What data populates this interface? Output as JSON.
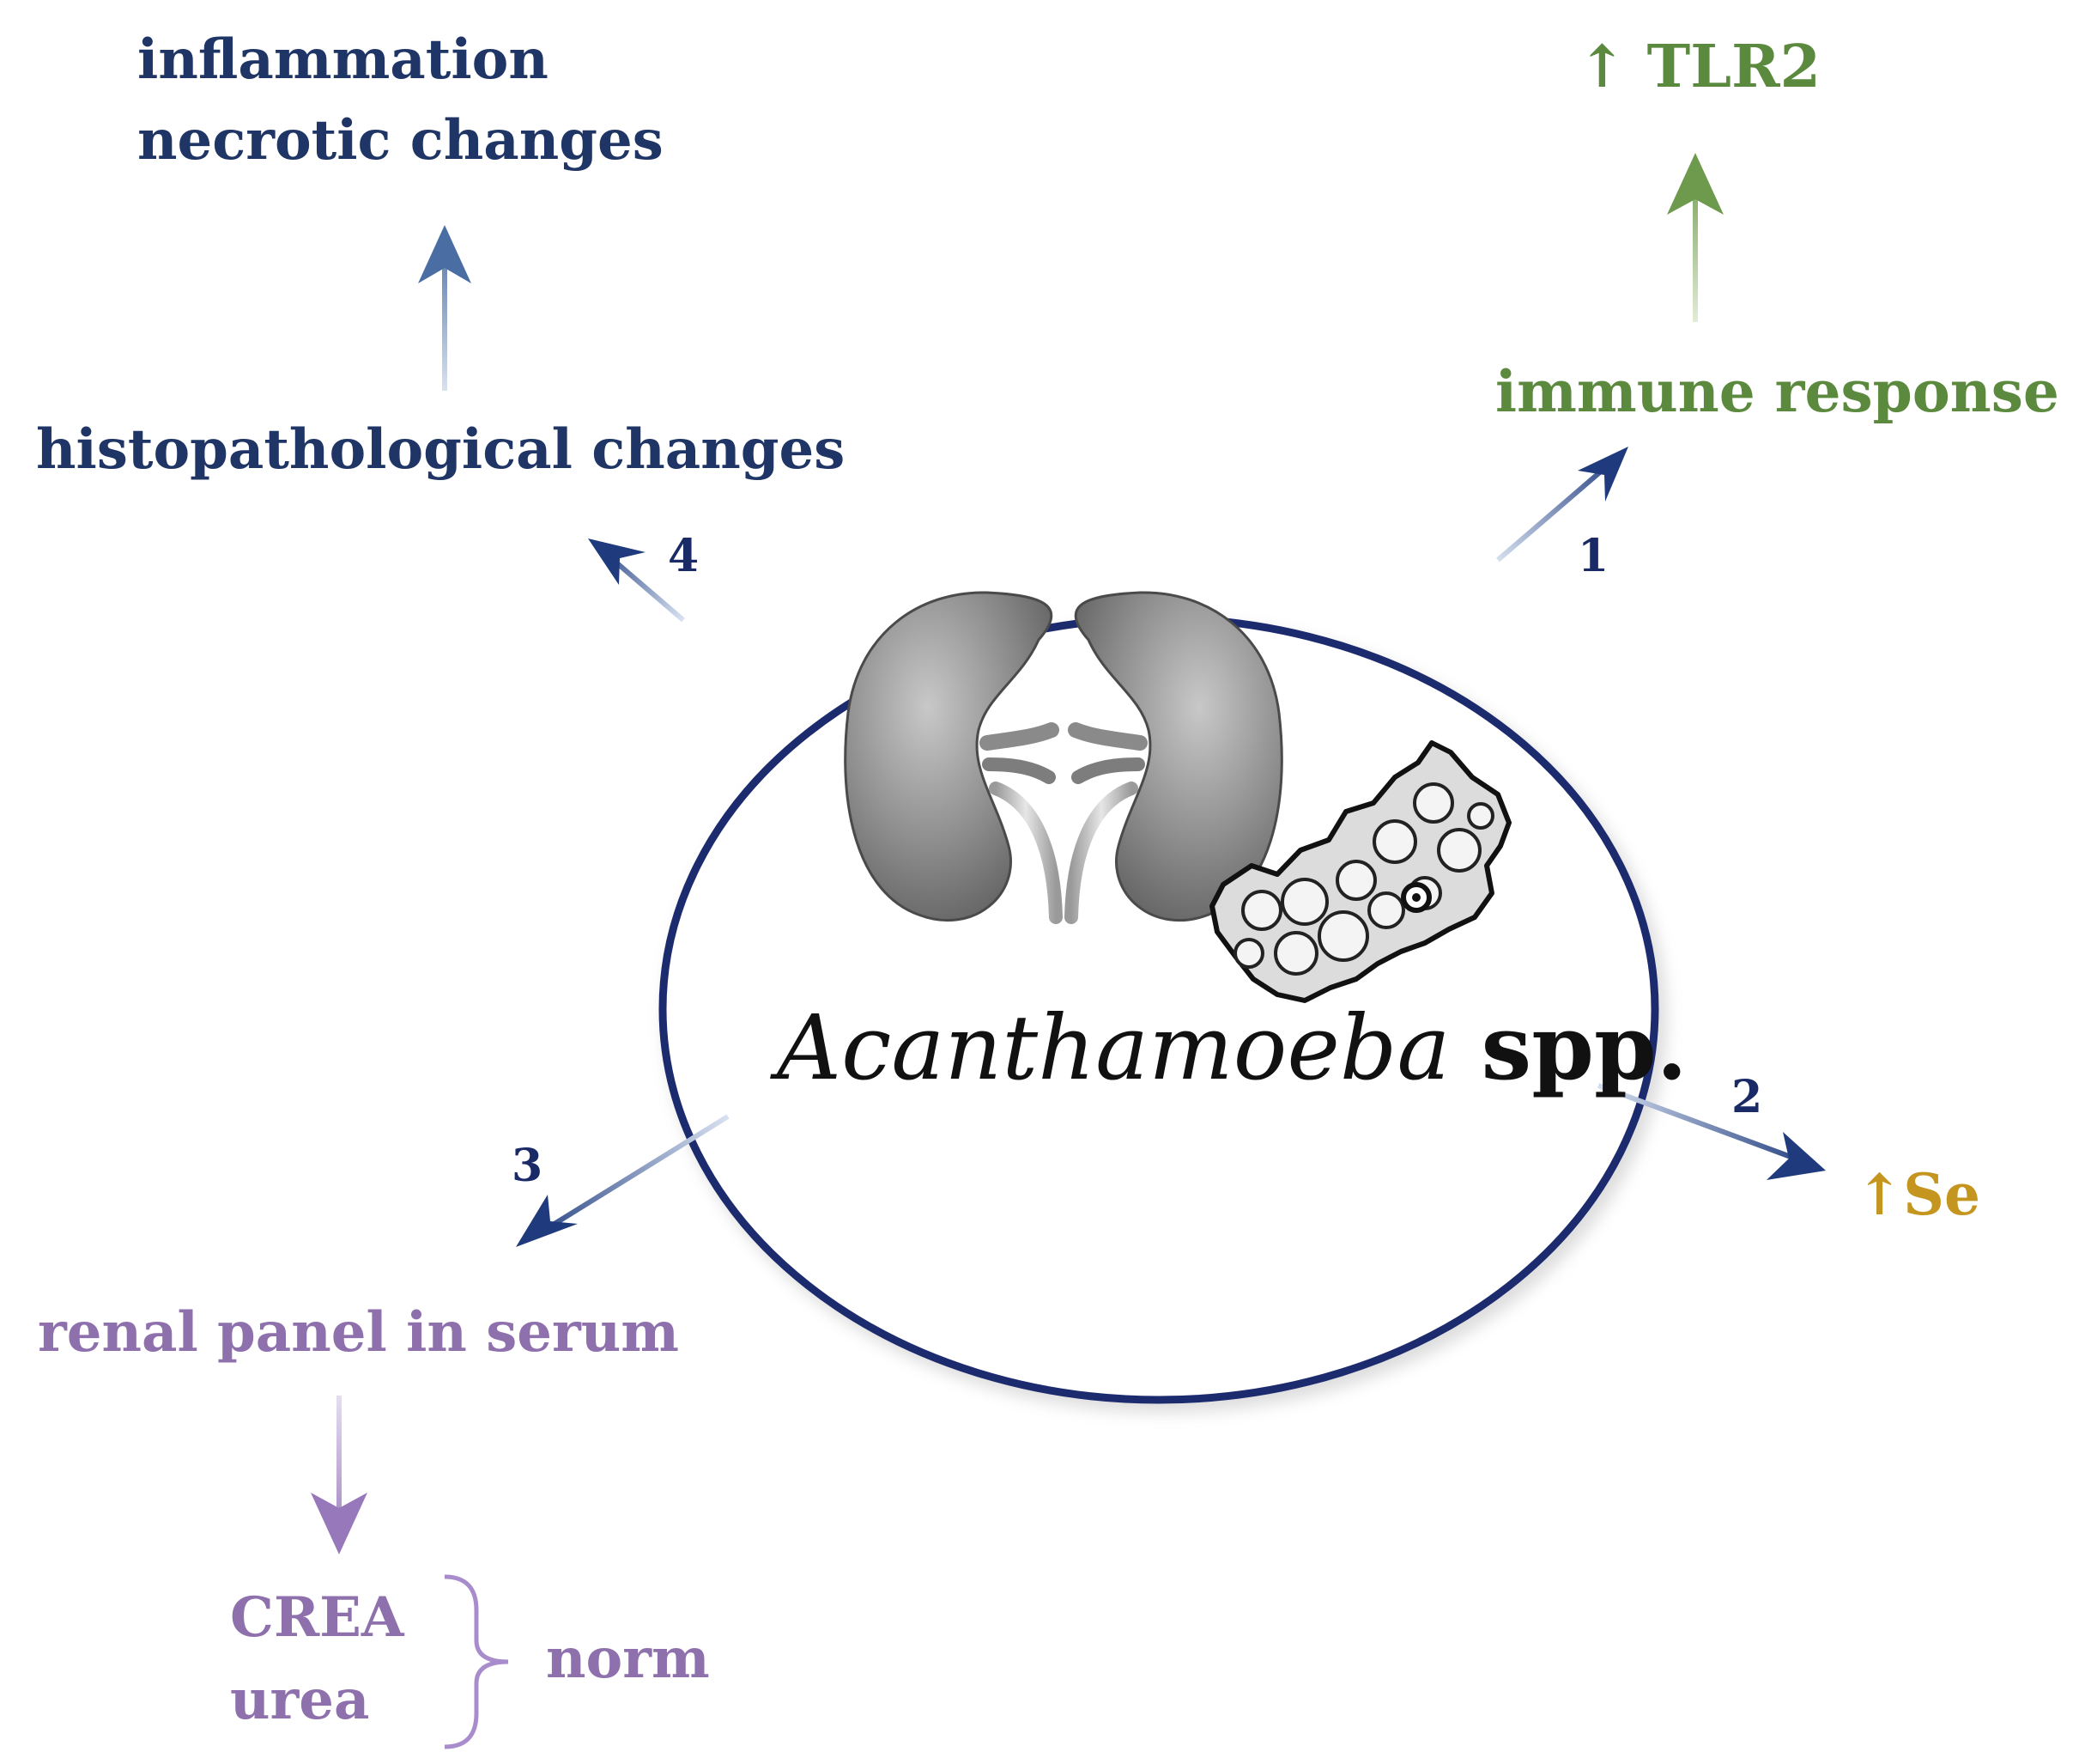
{
  "center": {
    "genus": "Acanthamoeba",
    "suffix": " spp."
  },
  "branches": {
    "immune": {
      "number": "1",
      "label": "immune response",
      "result": "↑ TLR2"
    },
    "selenium": {
      "number": "2",
      "result": "↑Se"
    },
    "renal": {
      "number": "3",
      "label": "renal panel in serum",
      "markers": [
        "CREA",
        "urea"
      ],
      "outcome": "norm"
    },
    "histo": {
      "number": "4",
      "label": "histopathological changes",
      "results": [
        "inflammation",
        "necrotic changes"
      ]
    }
  },
  "colors": {
    "navy": "#1f3566",
    "green": "#5b8a3e",
    "gold": "#c5961f",
    "purple": "#8e70ad",
    "ellipse": "#1c2a6e"
  },
  "icons": [
    "kidney-left-icon",
    "kidney-right-icon",
    "amoeba-cyst-icon"
  ]
}
